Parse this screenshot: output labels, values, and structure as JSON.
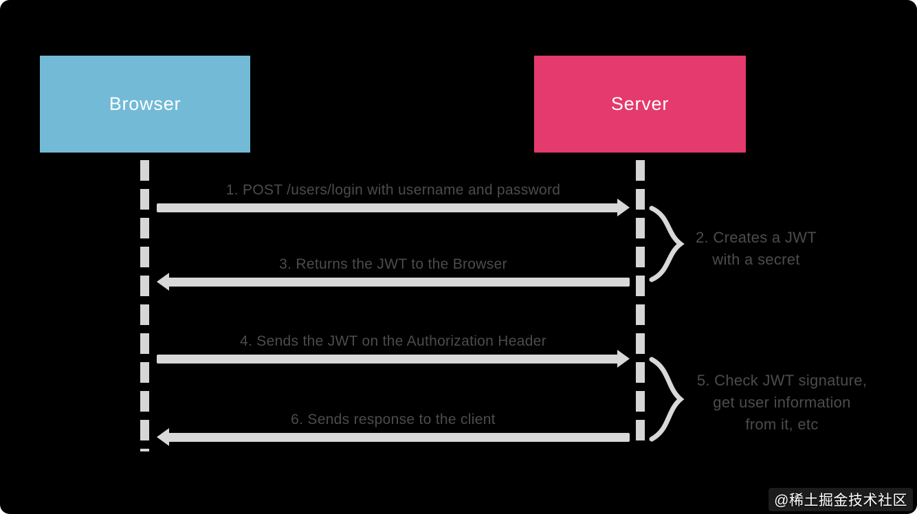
{
  "canvas": {
    "background": "#000000",
    "watermark": "@稀土掘金技术社区"
  },
  "participants": [
    {
      "id": "browser",
      "label": "Browser",
      "color": "#73bad7",
      "text_color": "#ffffff"
    },
    {
      "id": "server",
      "label": "Server",
      "color": "#e43a6e",
      "text_color": "#ffffff"
    }
  ],
  "messages": [
    {
      "label": "1. POST /users/login with username and password",
      "from": "browser",
      "to": "server"
    },
    {
      "label": "3. Returns the JWT to the Browser",
      "from": "server",
      "to": "browser"
    },
    {
      "label": "4. Sends the JWT on the Authorization Header",
      "from": "browser",
      "to": "server"
    },
    {
      "label": "6. Sends response to the client",
      "from": "server",
      "to": "browser"
    }
  ],
  "notes": [
    {
      "lines": [
        "2. Creates a JWT",
        "with a secret"
      ]
    },
    {
      "lines": [
        "5. Check JWT signature,",
        "get user information",
        "from it, etc"
      ]
    }
  ],
  "colors": {
    "label_text": "#4c4c4c",
    "line_gray": "#d8d8d8",
    "browser_box": "#73bad7",
    "server_box": "#e43a6e"
  }
}
